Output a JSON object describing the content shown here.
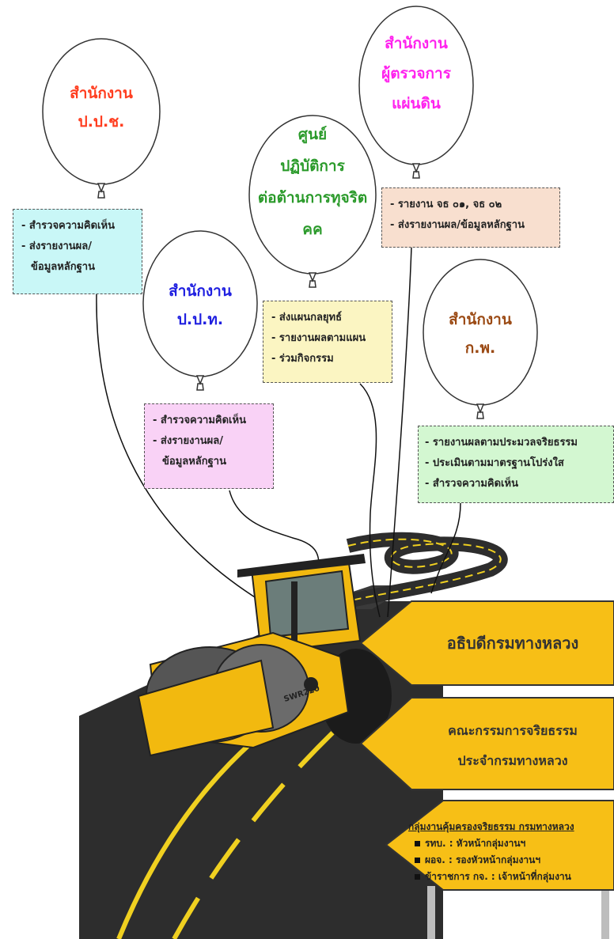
{
  "colors": {
    "balloon_onc": "#ff3d1f",
    "balloon_pacc": "#1f1fe0",
    "balloon_acc": "#2a9a2a",
    "balloon_ombudsman": "#ff22ee",
    "balloon_ocsc": "#9b4a14",
    "box_onc": "#c9f7f7",
    "box_pacc": "#f9d2f6",
    "box_acc": "#fbf5c2",
    "box_ombudsman": "#f8dfcf",
    "box_ocsc": "#d3f7d1",
    "sign_yellow": "#f7bf16"
  },
  "balloons": {
    "onc": {
      "line1": "สำนักงาน",
      "line2": "ป.ป.ช."
    },
    "pacc": {
      "line1": "สำนักงาน",
      "line2": "ป.ป.ท."
    },
    "acc": {
      "line1": "ศูนย์",
      "line2": "ปฏิบัติการ",
      "line3": "ต่อต้านการทุจริต",
      "line4": "คค"
    },
    "ombudsman": {
      "line1": "สำนักงาน",
      "line2": "ผู้ตรวจการ",
      "line3": "แผ่นดิน"
    },
    "ocsc": {
      "line1": "สำนักงาน",
      "line2": "ก.พ."
    }
  },
  "boxes": {
    "onc": [
      "- สำรวจความคิดเห็น",
      "- ส่งรายงานผล/",
      "ข้อมูลหลักฐาน"
    ],
    "pacc": [
      "- สำรวจความคิดเห็น",
      "- ส่งรายงานผล/",
      "ข้อมูลหลักฐาน"
    ],
    "acc": [
      "- ส่งแผนกลยุทธ์",
      "- รายงานผลตามแผน",
      "- ร่วมกิจกรรม"
    ],
    "ombudsman": [
      "- รายงาน จธ ๐๑, จธ ๐๒",
      "- ส่งรายงานผล/ข้อมูลหลักฐาน"
    ],
    "ocsc": [
      "- รายงานผลตามประมวลจริยธรรม",
      "- ประเมินตามมาตรฐานโปร่งใส",
      "- สำรวจความคิดเห็น"
    ]
  },
  "signs": {
    "director": "อธิบดีกรมทางหลวง",
    "committee_line1": "คณะกรรมการจริยธรรม",
    "committee_line2": "ประจำกรมทางหลวง",
    "group_header": "กลุ่มงานคุ้มครองจริยธรรม กรมทางหลวง",
    "group_rows": [
      "รทบ. :  หัวหน้ากลุ่มงานฯ",
      "ผอจ. :  รองหัวหน้ากลุ่มงานฯ",
      "ข้าราชการ กจ. :  เจ้าหน้าที่กลุ่มงาน"
    ]
  },
  "roller_label": "SWR220"
}
